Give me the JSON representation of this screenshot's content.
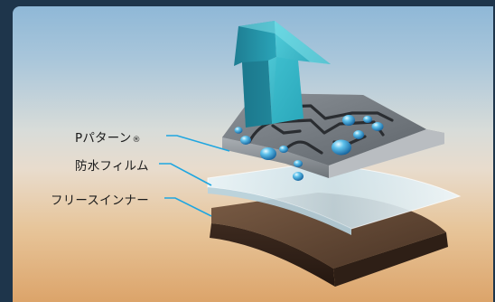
{
  "labels": {
    "pattern": "Pパターン",
    "pattern_mark": "®",
    "film": "防水フィルム",
    "fleece": "フリースインナー"
  },
  "colors": {
    "frame": "#1e354b",
    "leader_line": "#1fa6e0",
    "arrow": "#2bb1c4",
    "top_layer": "#6e747b",
    "film_layer": "#cfe3ec",
    "fleece_layer": "#5a4232"
  },
  "icons": {
    "arrow": "upward-arrow-icon",
    "drops": "water-drop-icon"
  }
}
